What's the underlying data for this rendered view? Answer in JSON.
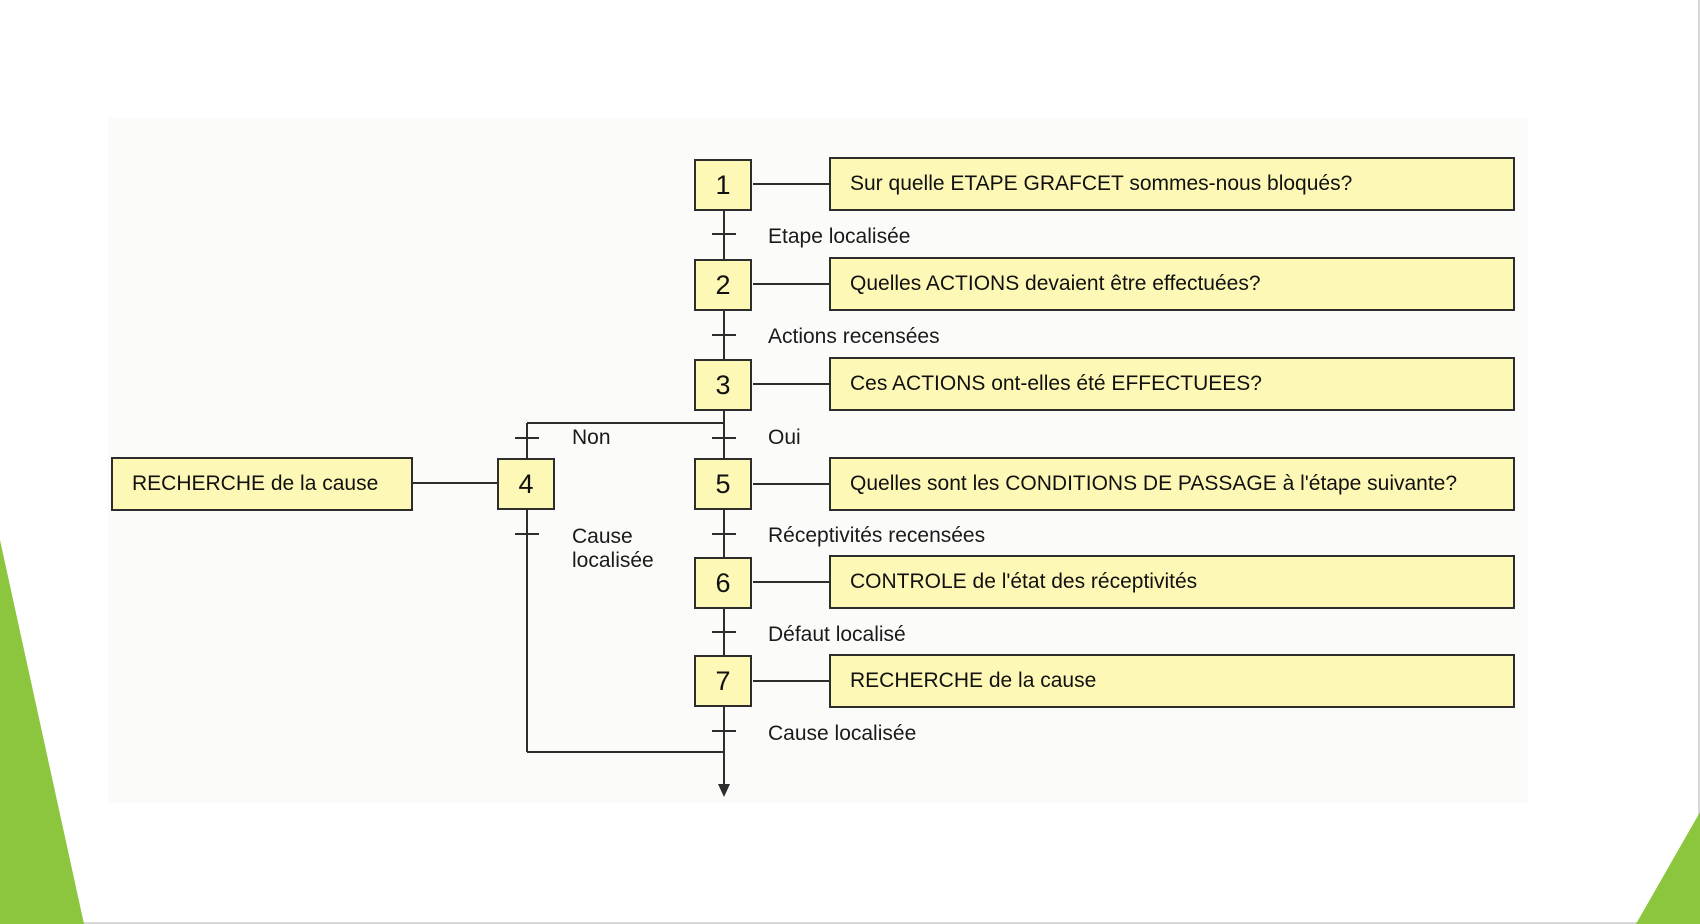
{
  "colors": {
    "box_fill": "#fdf8b5",
    "box_border": "#2d2d2d",
    "accent_green": "#8cc63f",
    "line": "#2d2d2d"
  },
  "steps": [
    {
      "id": "1",
      "action": "Sur quelle ETAPE GRAFCET sommes-nous bloqués?"
    },
    {
      "id": "2",
      "action": "Quelles ACTIONS devaient être effectuées?"
    },
    {
      "id": "3",
      "action": "Ces ACTIONS ont-elles été EFFECTUEES?"
    },
    {
      "id": "4",
      "action": "RECHERCHE de la cause"
    },
    {
      "id": "5",
      "action": "Quelles sont les CONDITIONS DE PASSAGE à l'étape suivante?"
    },
    {
      "id": "6",
      "action": "CONTROLE de l'état des réceptivités"
    },
    {
      "id": "7",
      "action": "RECHERCHE de la cause"
    }
  ],
  "transitions": {
    "t1_2": "Etape localisée",
    "t2_3": "Actions recensées",
    "t3_4": "Non",
    "t3_5": "Oui",
    "t4_out": "Cause localisée",
    "t5_6": "Réceptivités recensées",
    "t6_7": "Défaut localisé",
    "t7_out": "Cause localisée"
  }
}
